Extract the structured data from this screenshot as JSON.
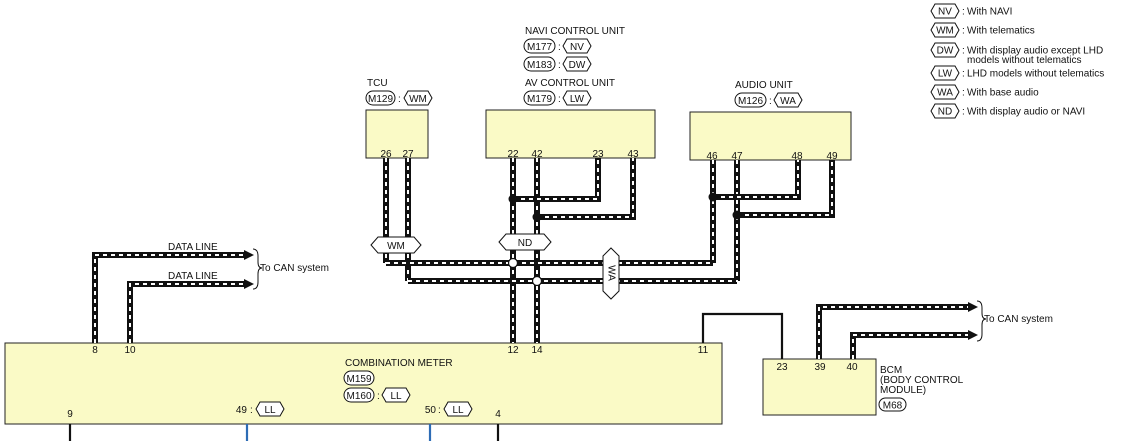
{
  "legend": [
    {
      "code": "NV",
      "text": "With NAVI",
      "text2": ""
    },
    {
      "code": "WM",
      "text": "With telematics",
      "text2": ""
    },
    {
      "code": "DW",
      "text": "With display audio except LHD",
      "text2": "models without telematics"
    },
    {
      "code": "LW",
      "text": "LHD models without telematics",
      "text2": ""
    },
    {
      "code": "WA",
      "text": "With base audio",
      "text2": ""
    },
    {
      "code": "ND",
      "text": "With display audio or NAVI",
      "text2": ""
    }
  ],
  "tcu": {
    "name": "TCU",
    "connector": "M129",
    "code": "WM",
    "pins": [
      "26",
      "27"
    ]
  },
  "navi": {
    "name": "NAVI CONTROL UNIT",
    "connectors": [
      {
        "id": "M177",
        "code": "NV"
      },
      {
        "id": "M183",
        "code": "DW"
      }
    ]
  },
  "av": {
    "name": "AV CONTROL UNIT",
    "connector": "M179",
    "code": "LW",
    "pins": [
      "22",
      "42",
      "23",
      "43"
    ]
  },
  "audio": {
    "name": "AUDIO UNIT",
    "connector": "M126",
    "code": "WA",
    "pins": [
      "46",
      "47",
      "48",
      "49"
    ]
  },
  "meter": {
    "name": "COMBINATION METER",
    "connectors": [
      {
        "id": "M159",
        "code": ""
      },
      {
        "id": "M160",
        "code": "LL"
      }
    ],
    "top_pins": [
      "8",
      "10",
      "12",
      "14",
      "11"
    ],
    "bottom_pins": [
      {
        "pin": "9",
        "code": ""
      },
      {
        "pin": "49",
        "code": "LL"
      },
      {
        "pin": "50",
        "code": "LL"
      },
      {
        "pin": "4",
        "code": ""
      }
    ]
  },
  "bcm": {
    "name_lines": [
      "BCM",
      "(BODY CONTROL",
      "MODULE)"
    ],
    "connector": "M68",
    "pins": [
      "23",
      "39",
      "40"
    ]
  },
  "data_lines": [
    "DATA LINE",
    "DATA LINE"
  ],
  "to_can": [
    "To CAN system",
    "To CAN system"
  ],
  "option_tags": [
    "WM",
    "ND",
    "WA"
  ],
  "colors": {
    "box_fill": "#fafac6",
    "wire": "#111111",
    "blue_wire": "#2d6cb5"
  }
}
